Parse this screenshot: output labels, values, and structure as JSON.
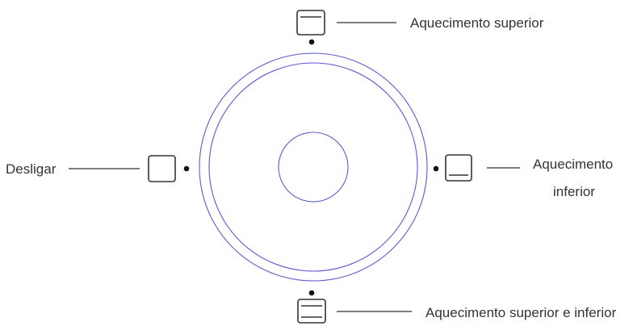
{
  "labels": {
    "top": "Aquecimento superior",
    "right_line1": "Aquecimento",
    "right_line2": "inferior",
    "bottom": "Aquecimento superior e inferior",
    "left": "Desligar"
  },
  "icons": {
    "top": "top-heat-icon",
    "right": "bottom-heat-icon",
    "bottom": "top-bottom-heat-icon",
    "left": "off-icon"
  },
  "colors": {
    "knob_ring": "#5a5ad0",
    "text": "#333333",
    "icon_stroke": "#333333",
    "dot": "#111111"
  }
}
